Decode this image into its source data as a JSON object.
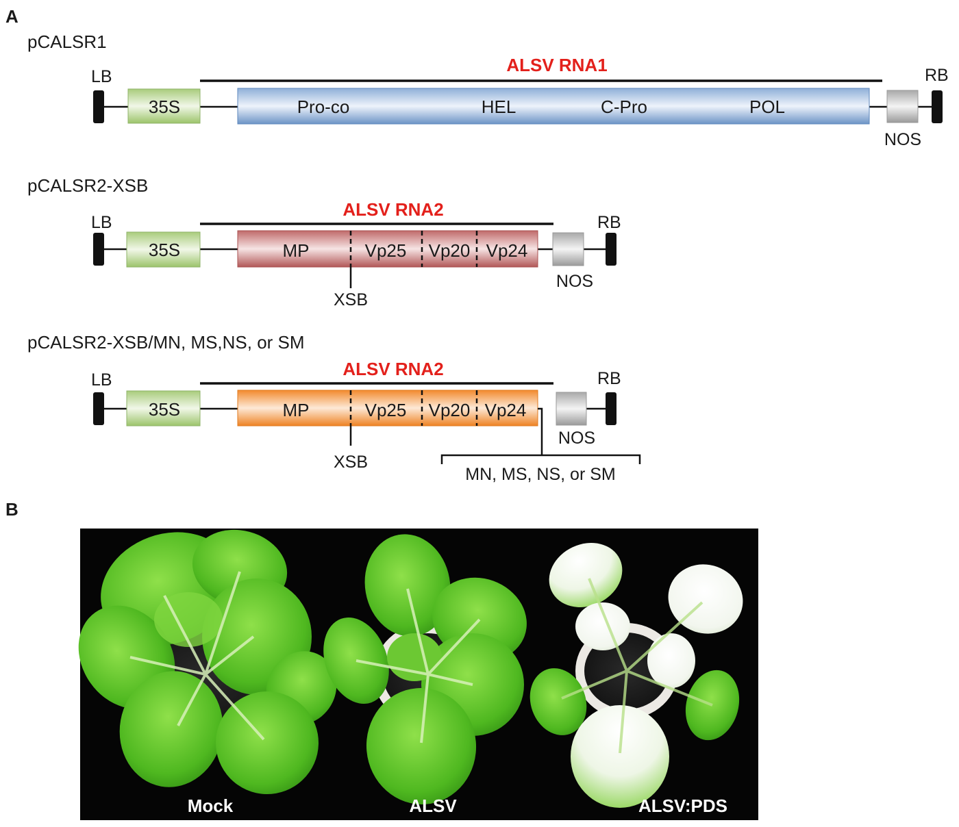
{
  "panels": {
    "a": {
      "letter": "A"
    },
    "b": {
      "letter": "B"
    }
  },
  "constructs": [
    {
      "name": "pCALSR1",
      "rna_label": "ALSV RNA1",
      "left_border": "LB",
      "right_border": "RB",
      "promoter": "35S",
      "terminator": "NOS",
      "segments": [
        "Pro-co",
        "HEL",
        "C-Pro",
        "POL"
      ],
      "color": "#9ab8dc"
    },
    {
      "name": "pCALSR2-XSB",
      "rna_label": "ALSV RNA2",
      "left_border": "LB",
      "right_border": "RB",
      "promoter": "35S",
      "terminator": "NOS",
      "segments": [
        "MP",
        "Vp25",
        "Vp20",
        "Vp24"
      ],
      "site_label": "XSB",
      "color": "#c97b7b"
    },
    {
      "name": "pCALSR2-XSB/MN, MS,NS, or SM",
      "rna_label": "ALSV RNA2",
      "left_border": "LB",
      "right_border": "RB",
      "promoter": "35S",
      "terminator": "NOS",
      "segments": [
        "MP",
        "Vp25",
        "Vp20",
        "Vp24"
      ],
      "site_label": "XSB",
      "insert_label": "MN, MS, NS, or SM",
      "color": "#f5953f"
    }
  ],
  "colors": {
    "promoter": "#b6d48f",
    "terminator": "#b8b8b8",
    "rna_label": "#e3201b"
  },
  "photo": {
    "labels": [
      "Mock",
      "ALSV",
      "ALSV:PDS"
    ]
  }
}
